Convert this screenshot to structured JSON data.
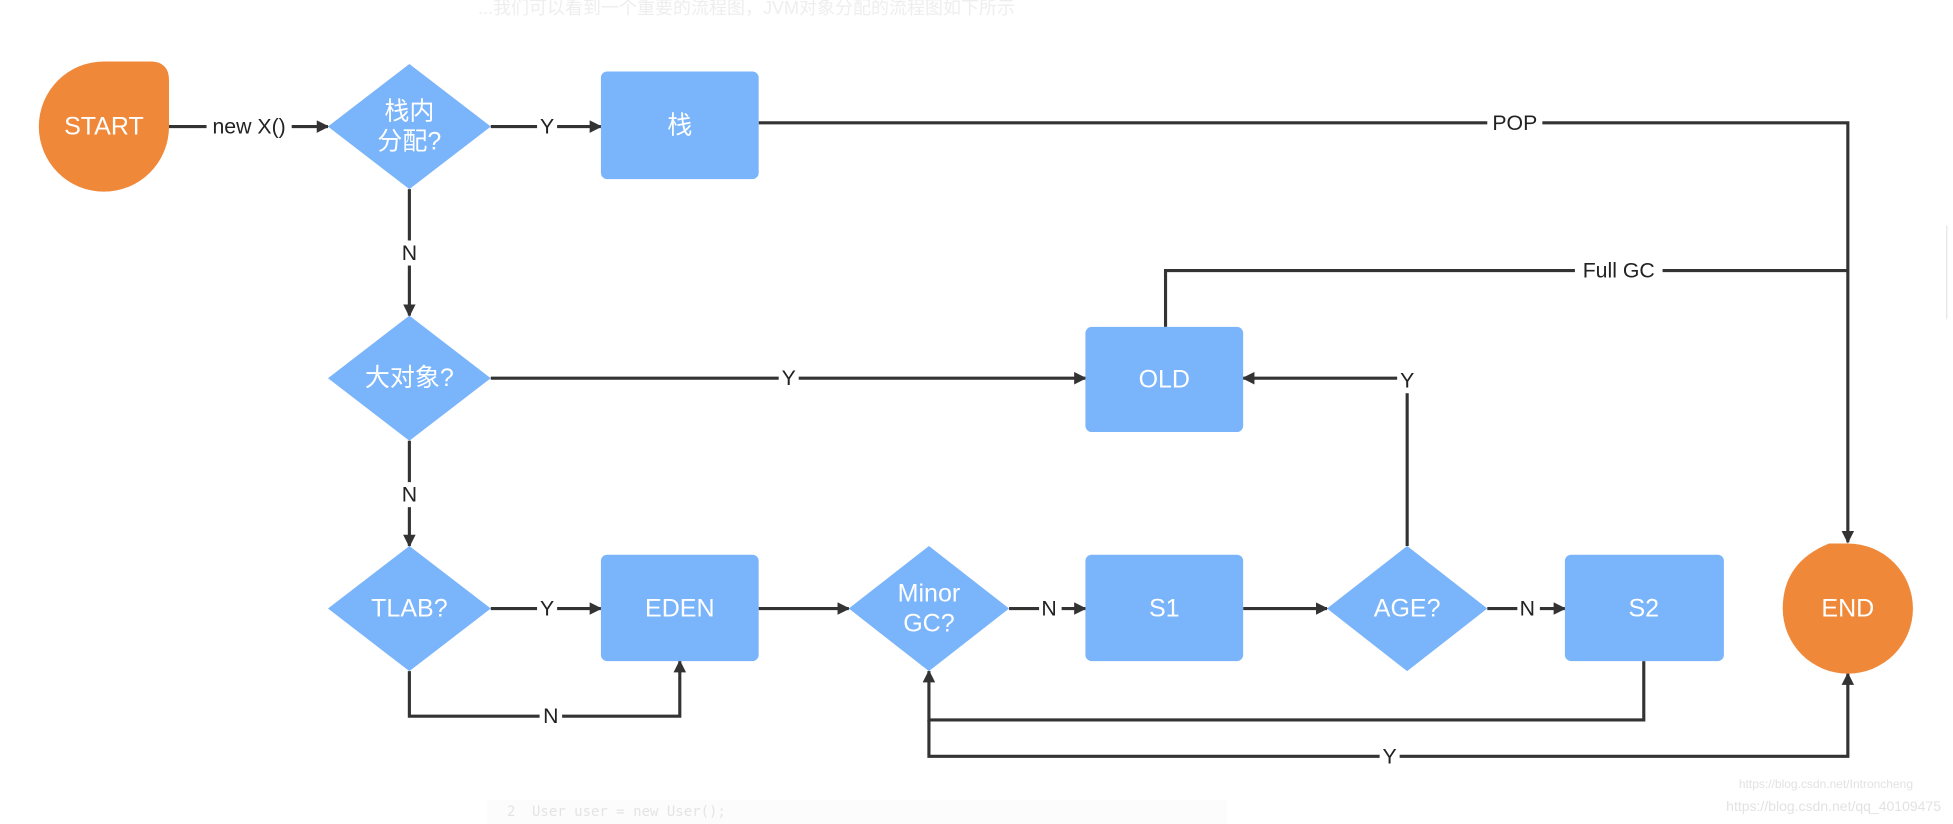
{
  "background_text": {
    "top_line": "...我们可以看到一个重要的流程图，JVM对象分配的流程图如下所示",
    "code_line_number": "2",
    "code_line": "User user = new User();"
  },
  "watermarks": [
    "https://blog.csdn.net/Introncheng",
    "https://blog.csdn.net/qq_40109475"
  ],
  "colors": {
    "terminal": "#F0883A",
    "process": "#7AB4FA",
    "line": "#333333"
  },
  "nodes": {
    "start": "START",
    "stack_alloc": "栈内\n分配?",
    "stack": "栈",
    "big_object": "大对象?",
    "old": "OLD",
    "tlab": "TLAB?",
    "eden": "EDEN",
    "minor_gc": "Minor\nGC?",
    "s1": "S1",
    "age": "AGE?",
    "s2": "S2",
    "end": "END"
  },
  "edges": {
    "start_to_stack_alloc": "new X()",
    "stack_alloc_yes": "Y",
    "stack_pop": "POP",
    "stack_alloc_no": "N",
    "big_object_yes": "Y",
    "old_full_gc": "Full GC",
    "big_object_no": "N",
    "tlab_yes": "Y",
    "tlab_no": "N",
    "minor_gc_no": "N",
    "age_yes": "Y",
    "age_no": "N",
    "minor_gc_yes": "Y"
  }
}
